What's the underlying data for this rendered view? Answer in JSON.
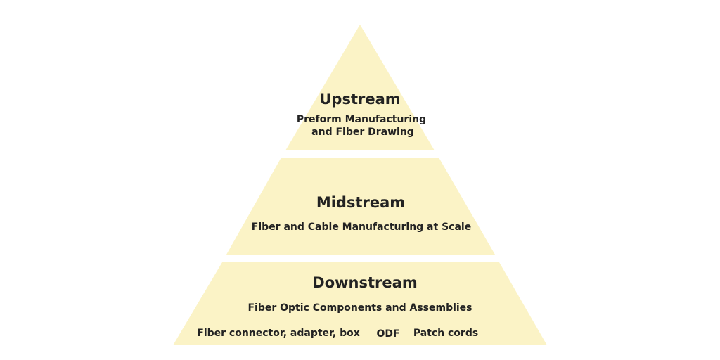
{
  "colors": {
    "tier_fill": "#fbf3c6",
    "text": "#222222",
    "background": "#ffffff"
  },
  "pyramid": {
    "upstream": {
      "title": "Upstream",
      "subtitle_line1": "Preform Manufacturing",
      "subtitle_line2": "and Fiber Drawing"
    },
    "midstream": {
      "title": "Midstream",
      "subtitle": "Fiber and Cable Manufacturing at Scale"
    },
    "downstream": {
      "title": "Downstream",
      "subtitle": "Fiber Optic Components and Assemblies",
      "items": [
        "Fiber connector, adapter, box",
        "ODF",
        "Patch cords"
      ]
    }
  }
}
